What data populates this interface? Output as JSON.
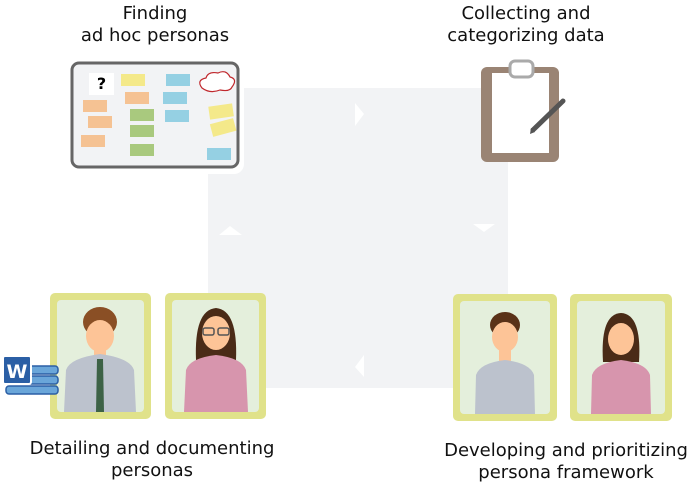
{
  "steps": [
    {
      "line1": "Finding",
      "line2": "ad hoc personas"
    },
    {
      "line1": "Collecting and",
      "line2": "categorizing data"
    },
    {
      "line1": "Developing and prioritizing",
      "line2": "persona framework"
    },
    {
      "line1": "Detailing and documenting",
      "line2": "personas"
    }
  ],
  "board": {
    "note_text": "?"
  },
  "word_icon": {
    "letter": "W"
  },
  "colors": {
    "cycle_bg": "#f2f3f5",
    "card_frame": "#e0e28a",
    "card_inner": "#e4efdc",
    "clipboard": "#9a8474"
  }
}
